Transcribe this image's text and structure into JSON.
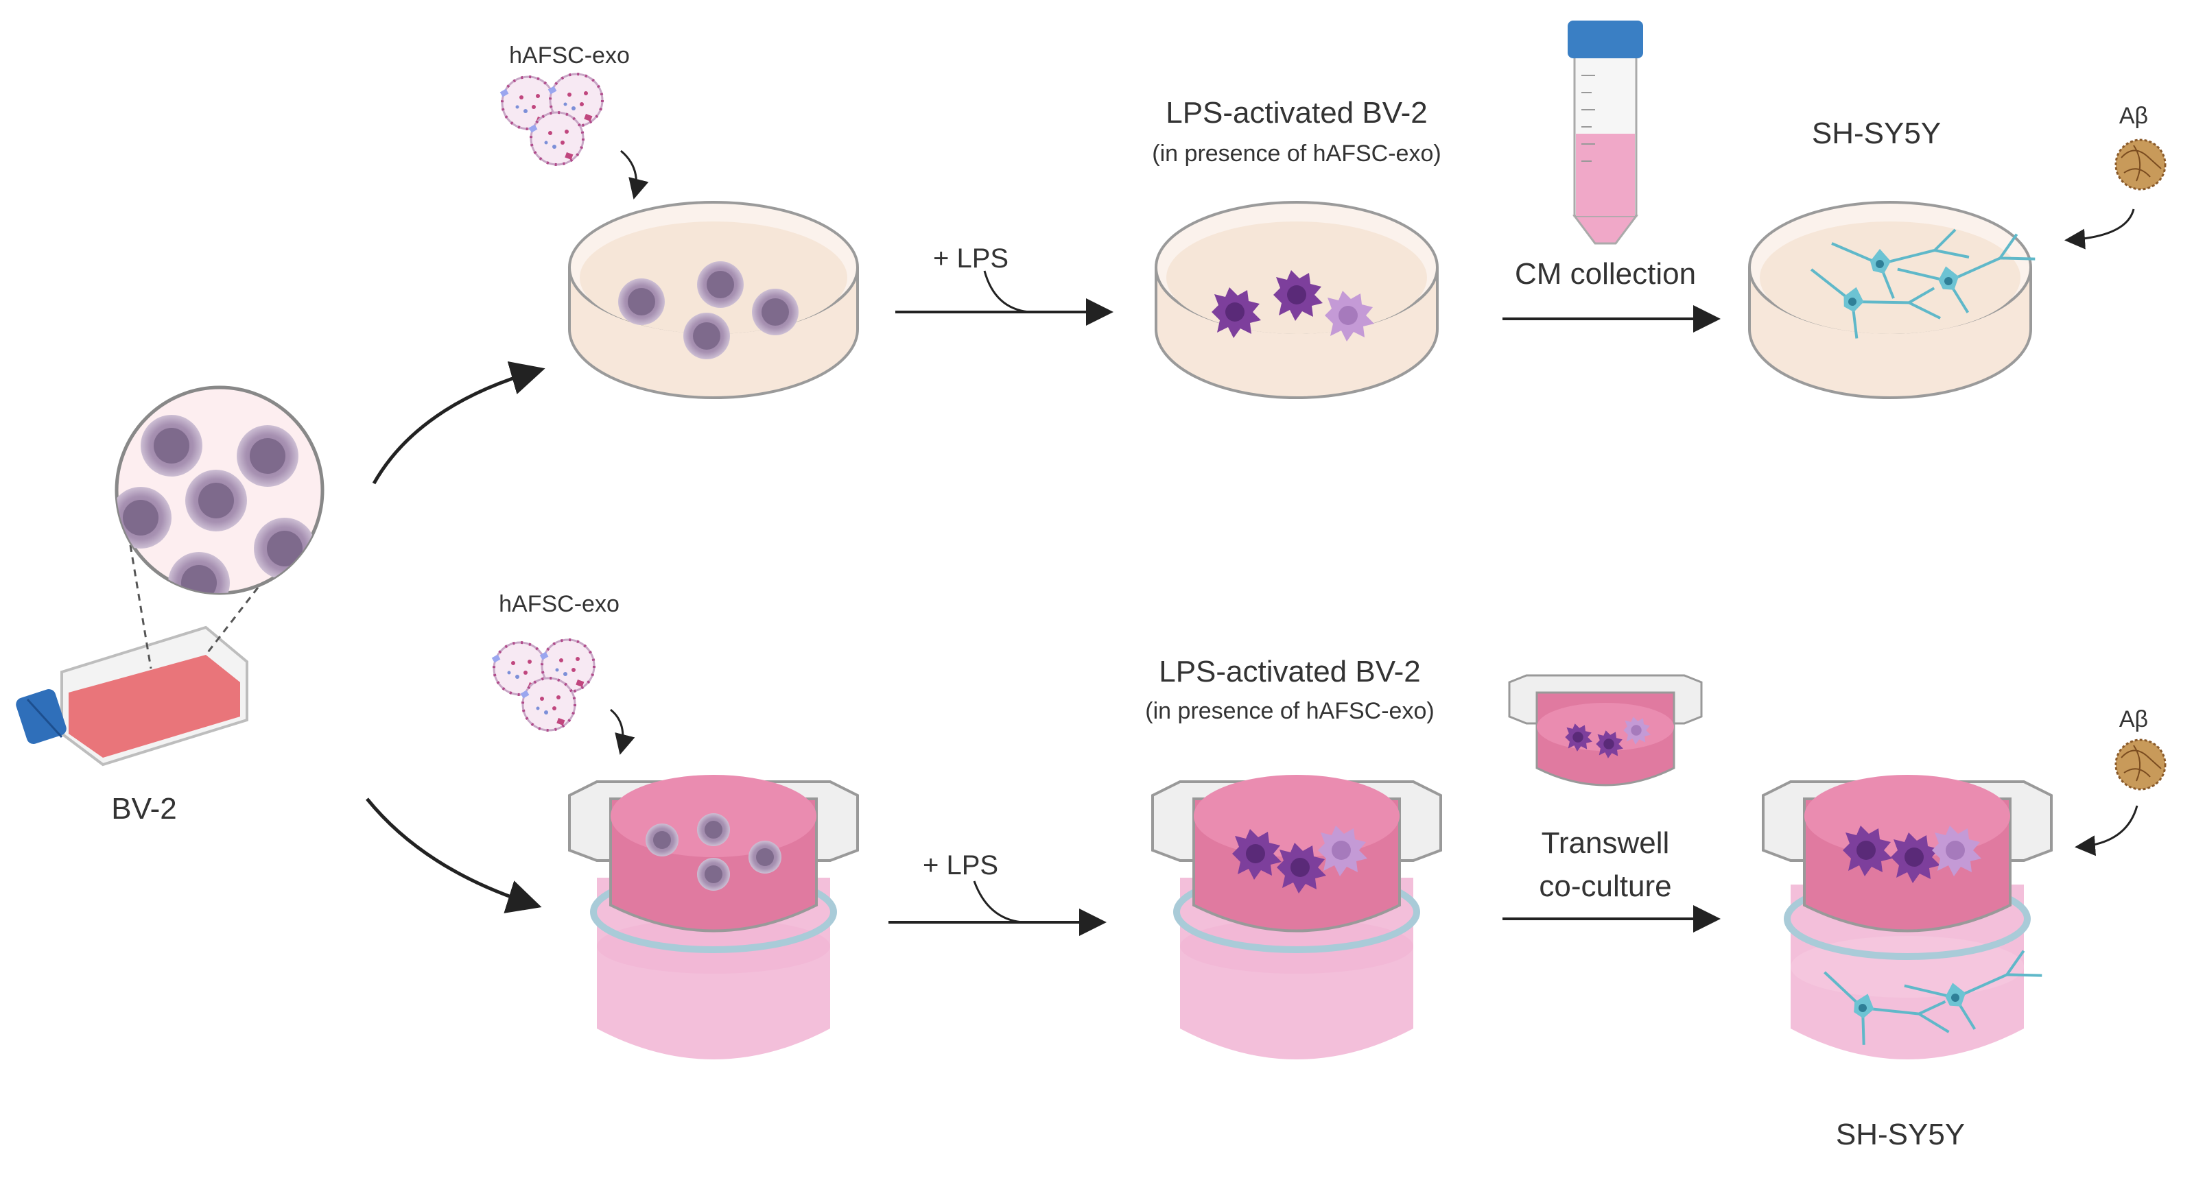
{
  "labels": {
    "exo_top": "hAFSC-exo",
    "exo_bottom": "hAFSC-exo",
    "lps_top": "+ LPS",
    "lps_bottom": "+ LPS",
    "activated_top_title": "LPS-activated BV-2",
    "activated_top_sub": "(in presence of hAFSC-exo)",
    "activated_bottom_title": "LPS-activated BV-2",
    "activated_bottom_sub": "(in presence of hAFSC-exo)",
    "cm_collection": "CM collection",
    "shsy5y_top": "SH-SY5Y",
    "shsy5y_bottom": "SH-SY5Y",
    "abeta_top": "Aβ",
    "abeta_bottom": "Aβ",
    "transwell_line1": "Transwell",
    "transwell_line2": "co-culture",
    "bv2": "BV-2"
  },
  "colors": {
    "cell": "#9b83a5",
    "cell_nucleus": "#6f5a7c",
    "dish_media": "#f8e9de",
    "pink_media": "#e07aa0",
    "lower_well": "#f2b8d6",
    "flask_media": "#e8676d",
    "flask_cap": "#2f6fba",
    "activated_cell": "#7a3f9a",
    "neuron": "#5fb8c9",
    "abeta": "#b08040",
    "tube_cap": "#3a7fc4",
    "tube_liquid": "#f0a8c8"
  }
}
